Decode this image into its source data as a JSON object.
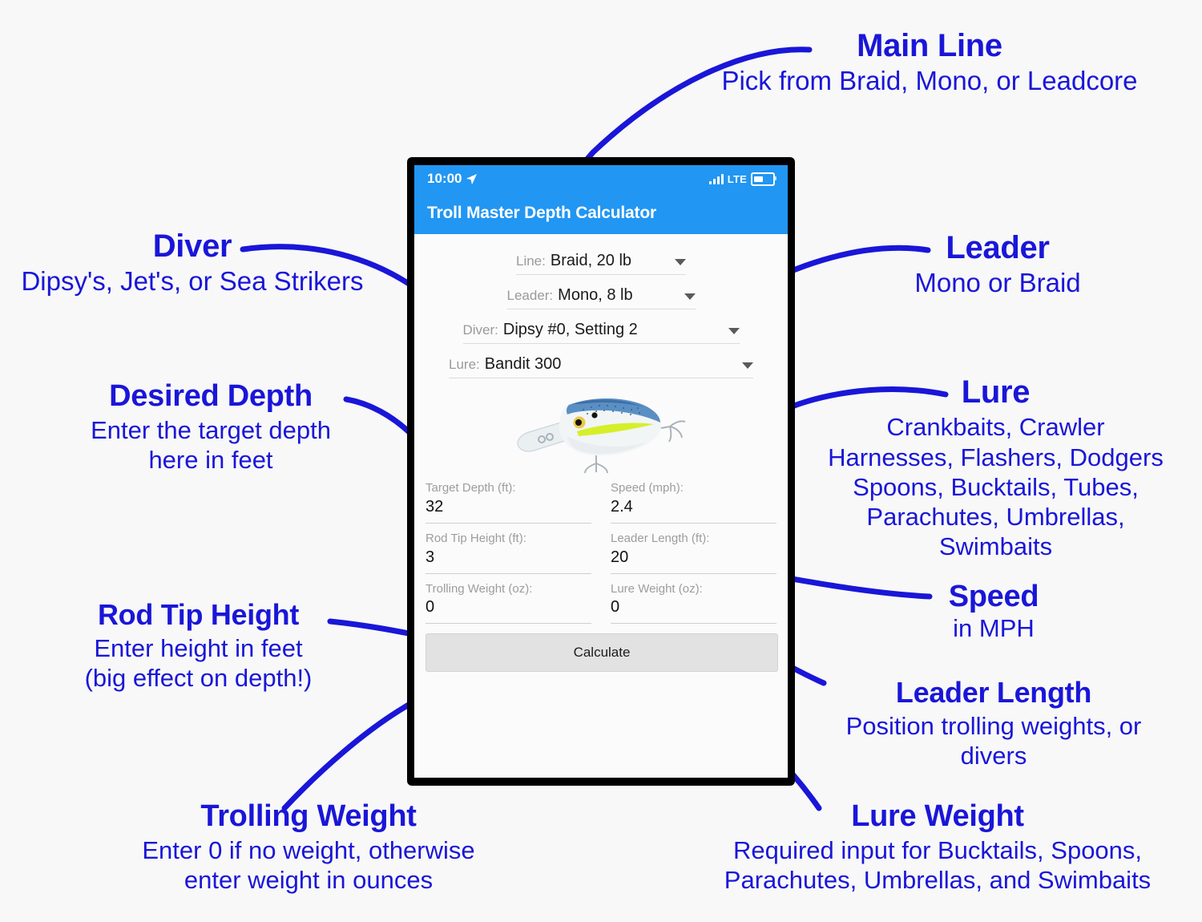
{
  "colors": {
    "annotation": "#1a16d8",
    "app_header": "#2196f3",
    "page_background": "#f8f8f8",
    "button": "#e2e2e2"
  },
  "phone": {
    "status": {
      "time": "10:00",
      "location_icon": "location-arrow-icon",
      "network": "LTE",
      "signal_icon": "signal-bars-icon",
      "battery_icon": "battery-icon"
    },
    "app_title": "Troll Master Depth Calculator",
    "selects": [
      {
        "label": "Line:",
        "value": "Braid, 20 lb"
      },
      {
        "label": "Leader:",
        "value": "Mono, 8 lb"
      },
      {
        "label": "Diver:",
        "value": "Dipsy #0, Setting 2"
      },
      {
        "label": "Lure:",
        "value": "Bandit 300"
      }
    ],
    "lure_image": "crankbait-lure-image",
    "fields": [
      {
        "label": "Target Depth (ft):",
        "value": "32"
      },
      {
        "label": "Speed (mph):",
        "value": "2.4"
      },
      {
        "label": "Rod Tip Height (ft):",
        "value": "3"
      },
      {
        "label": "Leader Length (ft):",
        "value": "20"
      },
      {
        "label": "Trolling Weight (oz):",
        "value": "0"
      },
      {
        "label": "Lure Weight (oz):",
        "value": "0"
      }
    ],
    "calculate_label": "Calculate"
  },
  "annotations": {
    "main_line": {
      "title": "Main Line",
      "lines": [
        "Pick from Braid, Mono, or Leadcore"
      ]
    },
    "diver": {
      "title": "Diver",
      "lines": [
        "Dipsy's, Jet's, or Sea Strikers"
      ]
    },
    "leader": {
      "title": "Leader",
      "lines": [
        "Mono or Braid"
      ]
    },
    "desired_depth": {
      "title": "Desired Depth",
      "lines": [
        "Enter the target depth",
        "here in feet"
      ]
    },
    "lure": {
      "title": "Lure",
      "lines": [
        "Crankbaits, Crawler",
        "Harnesses, Flashers, Dodgers",
        "Spoons, Bucktails, Tubes,",
        "Parachutes, Umbrellas,",
        "Swimbaits"
      ]
    },
    "speed": {
      "title": "Speed",
      "lines": [
        "in MPH"
      ]
    },
    "rod_tip_height": {
      "title": "Rod Tip Height",
      "lines": [
        "Enter height in feet",
        "(big effect on depth!)"
      ]
    },
    "leader_length": {
      "title": "Leader Length",
      "lines": [
        "Position trolling weights, or",
        "divers"
      ]
    },
    "trolling_weight": {
      "title": "Trolling Weight",
      "lines": [
        "Enter 0 if no weight, otherwise",
        "enter weight in ounces"
      ]
    },
    "lure_weight": {
      "title": "Lure Weight",
      "lines": [
        "Required input for Bucktails, Spoons,",
        "Parachutes, Umbrellas, and Swimbaits"
      ]
    }
  }
}
